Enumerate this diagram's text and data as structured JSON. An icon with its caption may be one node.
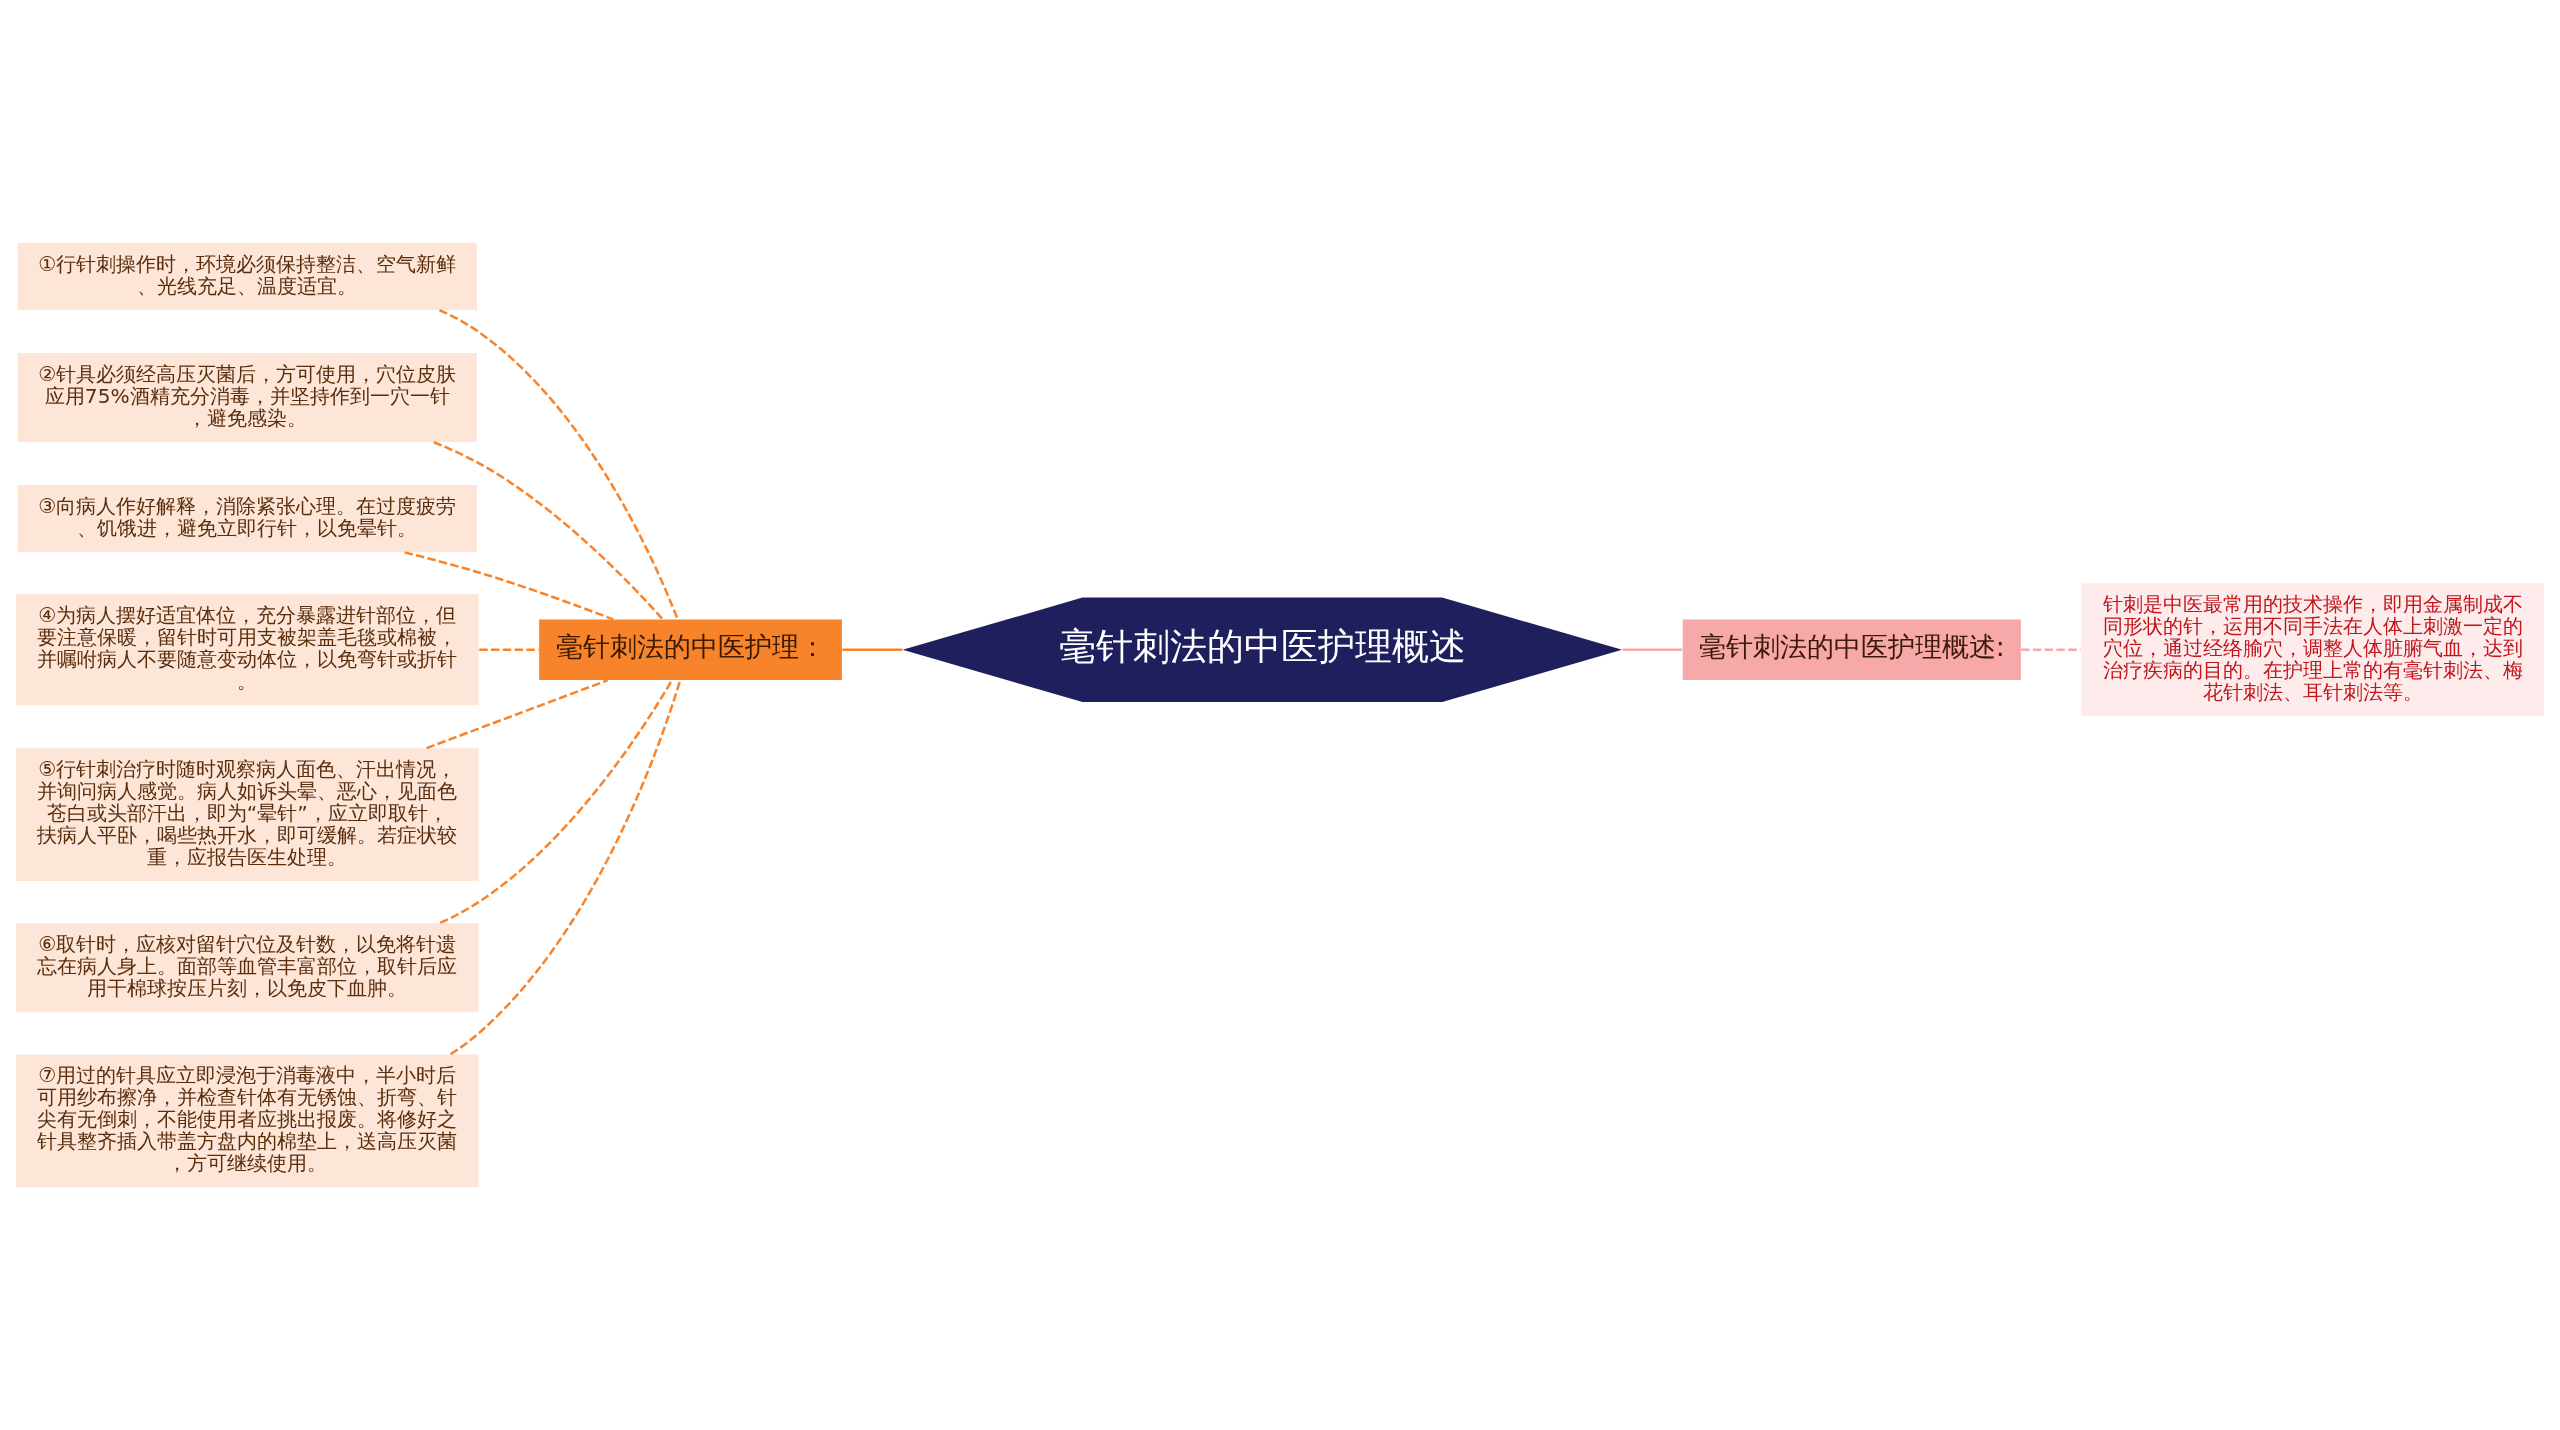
{
  "diagram": {
    "nodes": [
      {
        "text": [
          "毫针刺法的中医护理概述"
        ]
      },
      {
        "text": [
          "毫针刺法的中医护理："
        ]
      },
      {
        "text": [
          "①行针刺操作时，环境必须保持整洁、空气新鲜、光线充足、温度适宜。"
        ]
      },
      {
        "text": [
          "②针具必须经高压灭菌后，方可使用，穴位皮肤应用75%酒精充分消毒，并坚持作到一穴一针，避免感染。"
        ]
      },
      {
        "text": [
          "③向病人作好解释，消除紧张心理。在过度疲劳、饥饿进，避免立即行针，以免晕针。"
        ]
      },
      {
        "text": [
          "④为病人摆好适宜体位，充分暴露进针部位，但要注意保暖，留针时可用支被架盖毛毯或棉被，并嘱咐病人不要随意变动体位，以免弯针或折针。"
        ]
      },
      {
        "text": [
          "⑤行针刺治疗时随时观察病人面色、汗出情况，并询问病人感觉。病人如诉头晕、恶心，见面色苍白或头部汗出，即为“晕针”，应立即取针，扶病人平卧，喝些热开水，即可缓解。若症状较重，应报告医生处理。"
        ]
      },
      {
        "text": [
          "⑥取针时，应核对留针穴位及针数，以免将针遗忘在病人身上。面部等血管丰富部位，取针后应用干棉球按压片刻，以免皮下血肿。"
        ]
      },
      {
        "text": [
          "⑦用过的针具应立即浸泡于消毒液中，半小时后可用纱布擦净，并检查针体有无锈蚀、折弯、针尖有无倒刺，不能使用者应挑出报废。将修好之针具整齐插入带盖方盘内的棉垫上，送高压灭菌，方可继续使用。"
        ]
      },
      {
        "text": [
          "毫针刺法的中医护理概述:"
        ]
      },
      {
        "text": [
          "针刺是中医最常用的技术操作，即用金属制成不同形状的针，运用不同手法在人体上刺激一定的穴位，通过经络腧穴，调整人体脏腑气血，达到治疗疾病的目的。在护理上常的有毫针刺法、梅花针刺法、耳针刺法等。"
        ]
      }
    ],
    "edges": [
      {
        "from": 0,
        "to": 1,
        "arrow": "none",
        "color": "#f7842a"
      },
      {
        "from": 1,
        "to": 2,
        "arrow": "none",
        "style": "dashed",
        "color": "#f7842a"
      },
      {
        "from": 1,
        "to": 3,
        "arrow": "none",
        "style": "dashed",
        "color": "#f7842a"
      },
      {
        "from": 1,
        "to": 4,
        "arrow": "none",
        "style": "dashed",
        "color": "#f7842a"
      },
      {
        "from": 1,
        "to": 5,
        "arrow": "none",
        "style": "dashed",
        "color": "#f7842a"
      },
      {
        "from": 1,
        "to": 6,
        "arrow": "none",
        "style": "dashed",
        "color": "#f7842a"
      },
      {
        "from": 1,
        "to": 7,
        "arrow": "none",
        "style": "dashed",
        "color": "#f7842a"
      },
      {
        "from": 1,
        "to": 8,
        "arrow": "none",
        "style": "dashed",
        "color": "#f7842a"
      },
      {
        "from": 0,
        "to": 9,
        "arrow": "none",
        "color": "#f7a8a8"
      },
      {
        "from": 9,
        "to": 10,
        "arrow": "none",
        "style": "dashed",
        "color": "#f7a8a8"
      }
    ]
  }
}
